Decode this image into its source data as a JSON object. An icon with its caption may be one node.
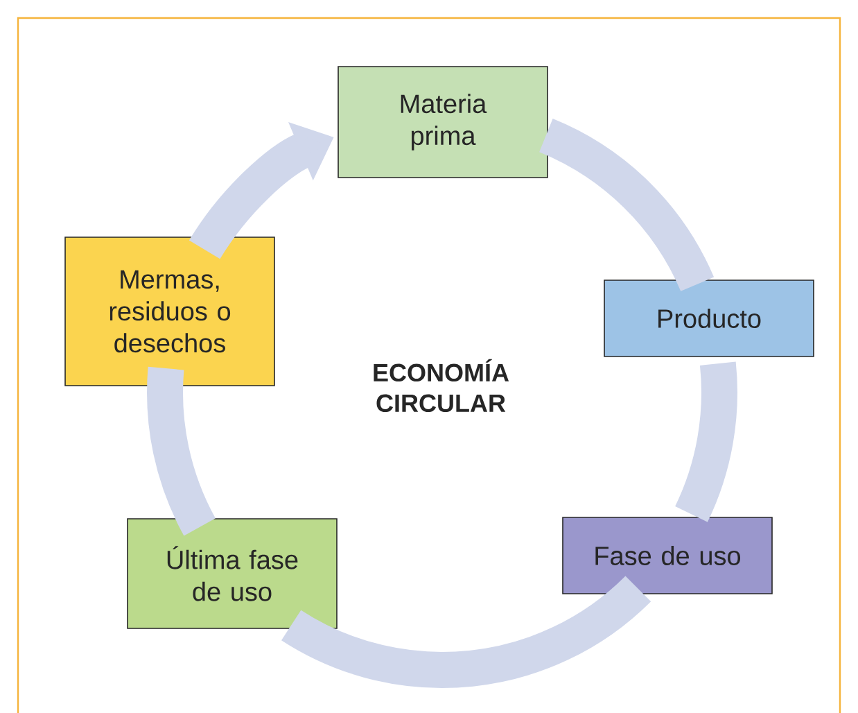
{
  "diagram": {
    "title": "ECONOMÍA CIRCULAR",
    "nodes": [
      {
        "text": [
          "Materia prima"
        ]
      },
      {
        "text": [
          "Producto"
        ]
      },
      {
        "text": [
          "Fase de uso"
        ]
      },
      {
        "text": [
          "Última fase de uso"
        ]
      },
      {
        "text": [
          "Mermas, residuos o desechos"
        ]
      }
    ],
    "edges": [
      {
        "from": 0,
        "to": 1,
        "arrow": "none"
      },
      {
        "from": 1,
        "to": 2,
        "arrow": "none"
      },
      {
        "from": 2,
        "to": 3,
        "arrow": "none"
      },
      {
        "from": 3,
        "to": 4,
        "arrow": "none"
      },
      {
        "from": 4,
        "to": 0,
        "arrow": "to"
      }
    ]
  }
}
